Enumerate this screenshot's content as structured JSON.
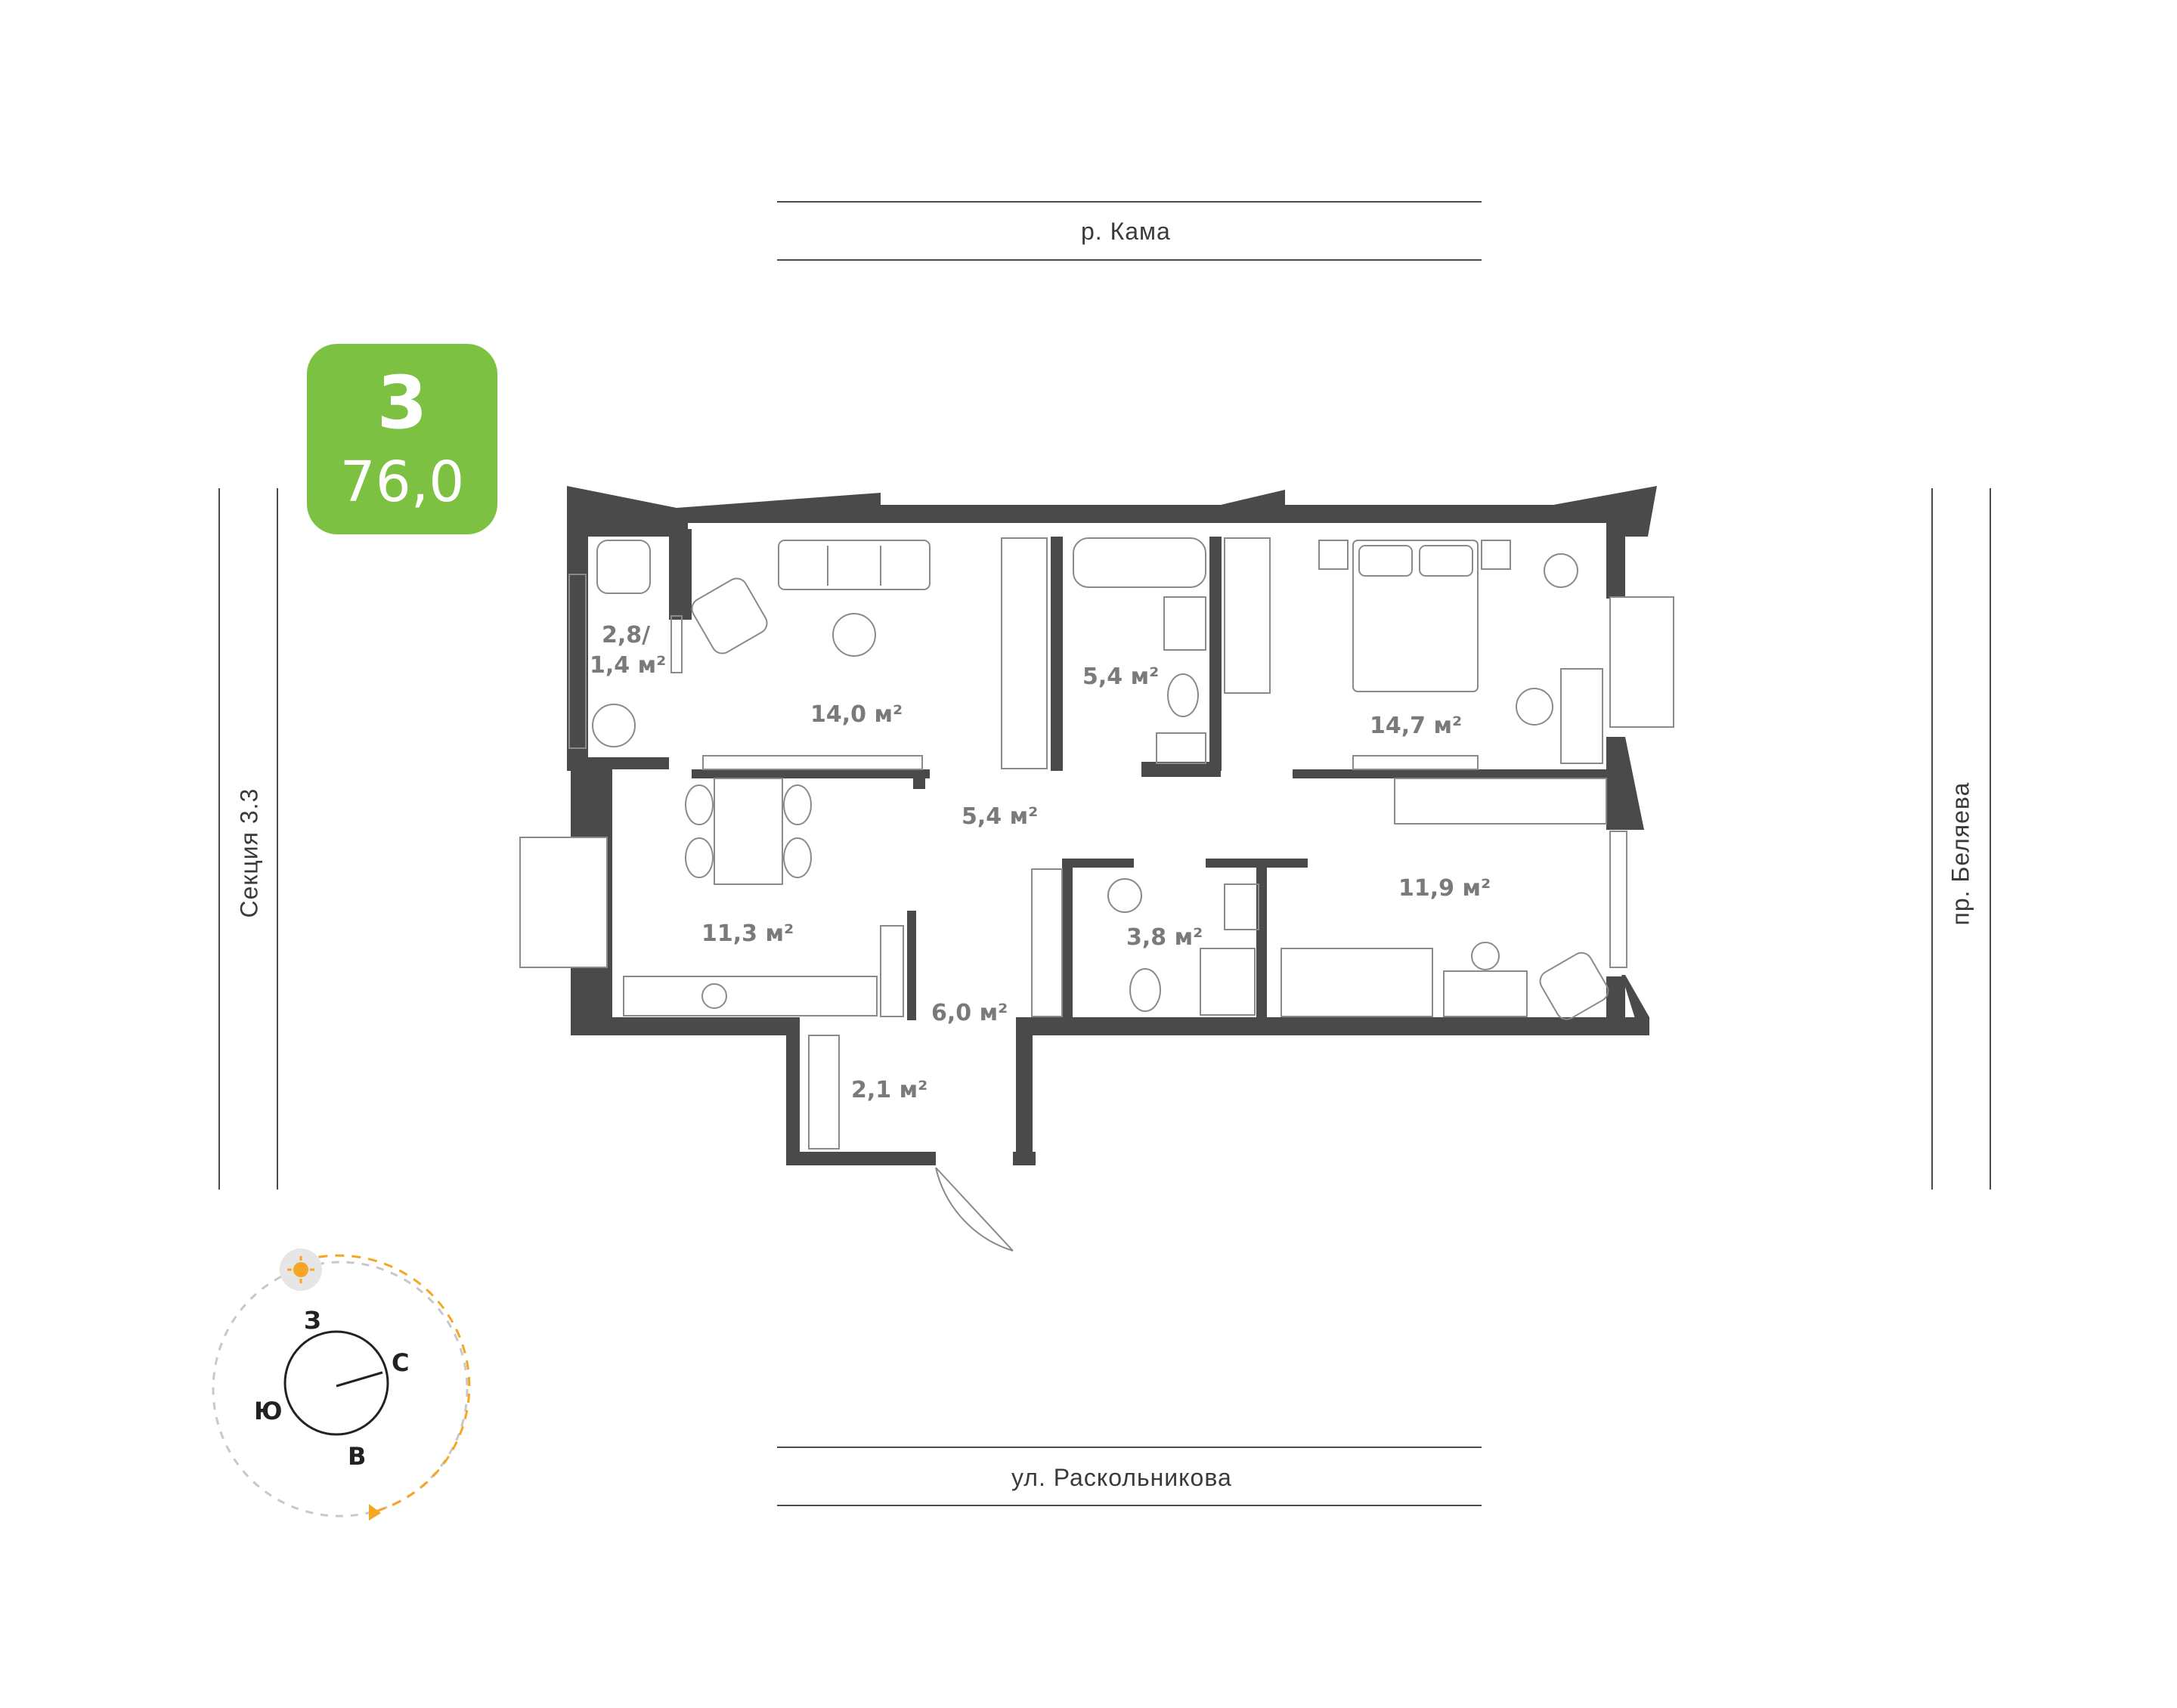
{
  "streets": {
    "top": "р. Кама",
    "bottom": "ул. Раскольникова",
    "left": "Секция 3.3",
    "right": "пр. Беляева"
  },
  "badge": {
    "rooms": "3",
    "total_area": "76,0"
  },
  "rooms": {
    "balcony_line1": "2,8/",
    "balcony_line2": "1,4 м²",
    "living": "14,0 м²",
    "bathroom_top": "5,4 м²",
    "bedroom": "14,7 м²",
    "corridor": "5,4 м²",
    "kitchen": "11,3 м²",
    "bathroom_small": "3,8 м²",
    "kids_room": "11,9 м²",
    "hall": "6,0 м²",
    "storage": "2,1 м²"
  },
  "compass": {
    "west": "З",
    "north": "С",
    "south": "Ю",
    "east": "В",
    "sun_icon": "sun-icon",
    "colors": {
      "arc": "#f5a623",
      "sun_bg": "#e6e6e6",
      "dashed": "#c8c8c8"
    }
  },
  "colors": {
    "wall": "#4a4a4a",
    "badge": "#7dc142",
    "label": "#7a7a7a",
    "furniture": "#8a8a8a"
  }
}
